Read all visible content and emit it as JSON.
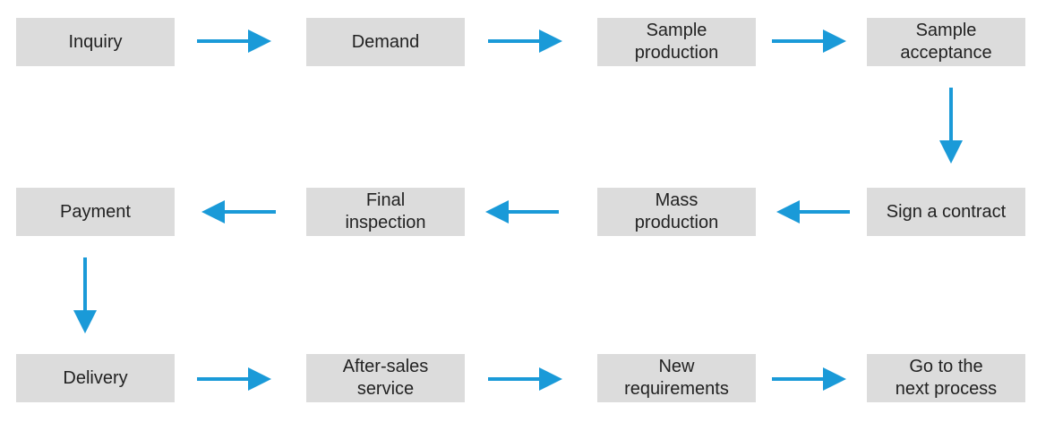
{
  "accent_color": "#1a9ad8",
  "box_color": "#dcdcdc",
  "steps": [
    {
      "id": "inquiry",
      "label": "Inquiry"
    },
    {
      "id": "demand",
      "label": "Demand"
    },
    {
      "id": "sample-production",
      "label": "Sample\nproduction"
    },
    {
      "id": "sample-acceptance",
      "label": "Sample\nacceptance"
    },
    {
      "id": "sign-contract",
      "label": "Sign a contract"
    },
    {
      "id": "mass-production",
      "label": "Mass\nproduction"
    },
    {
      "id": "final-inspection",
      "label": "Final\ninspection"
    },
    {
      "id": "payment",
      "label": "Payment"
    },
    {
      "id": "delivery",
      "label": "Delivery"
    },
    {
      "id": "after-sales-service",
      "label": "After-sales\nservice"
    },
    {
      "id": "new-requirements",
      "label": "New\nrequirements"
    },
    {
      "id": "next-process",
      "label": "Go to the\nnext process"
    }
  ],
  "connections": [
    {
      "from": "inquiry",
      "to": "demand",
      "direction": "right"
    },
    {
      "from": "demand",
      "to": "sample-production",
      "direction": "right"
    },
    {
      "from": "sample-production",
      "to": "sample-acceptance",
      "direction": "right"
    },
    {
      "from": "sample-acceptance",
      "to": "sign-contract",
      "direction": "down"
    },
    {
      "from": "sign-contract",
      "to": "mass-production",
      "direction": "left"
    },
    {
      "from": "mass-production",
      "to": "final-inspection",
      "direction": "left"
    },
    {
      "from": "final-inspection",
      "to": "payment",
      "direction": "left"
    },
    {
      "from": "payment",
      "to": "delivery",
      "direction": "down"
    },
    {
      "from": "delivery",
      "to": "after-sales-service",
      "direction": "right"
    },
    {
      "from": "after-sales-service",
      "to": "new-requirements",
      "direction": "right"
    },
    {
      "from": "new-requirements",
      "to": "next-process",
      "direction": "right"
    }
  ]
}
